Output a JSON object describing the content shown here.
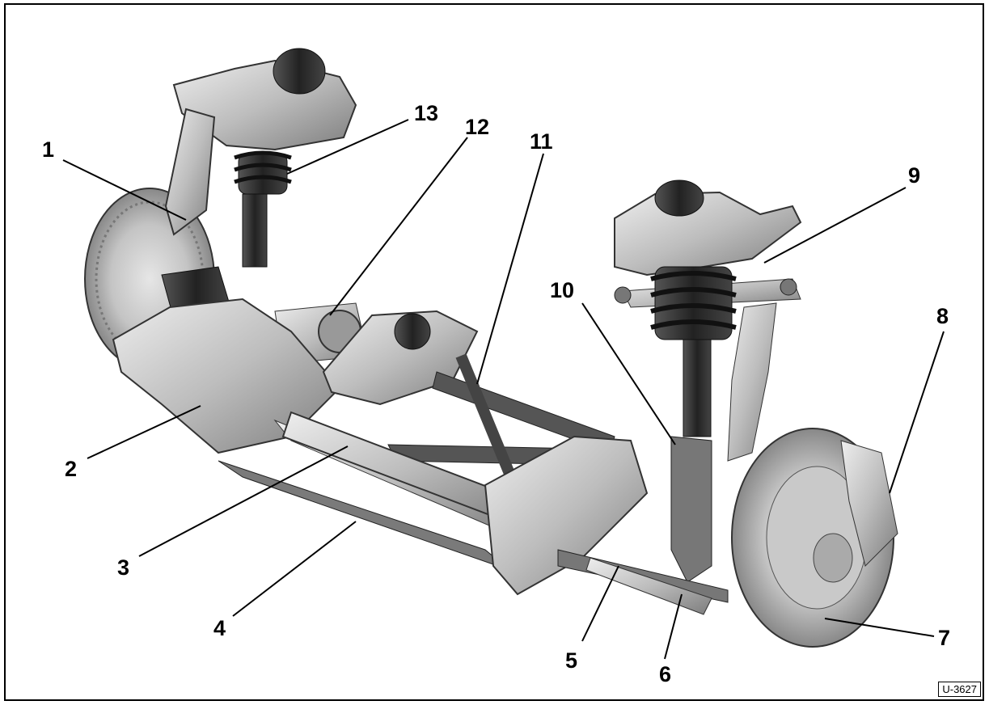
{
  "figure": {
    "id_label": "U-3627",
    "callouts": [
      "1",
      "2",
      "3",
      "4",
      "5",
      "6",
      "7",
      "8",
      "9",
      "10",
      "11",
      "12",
      "13"
    ]
  },
  "colors": {
    "line": "#000000",
    "metal_light": "#d9d9d9",
    "metal_mid": "#a9a9a9",
    "metal_dark": "#5a5a5a",
    "rubber": "#2a2a2a"
  }
}
